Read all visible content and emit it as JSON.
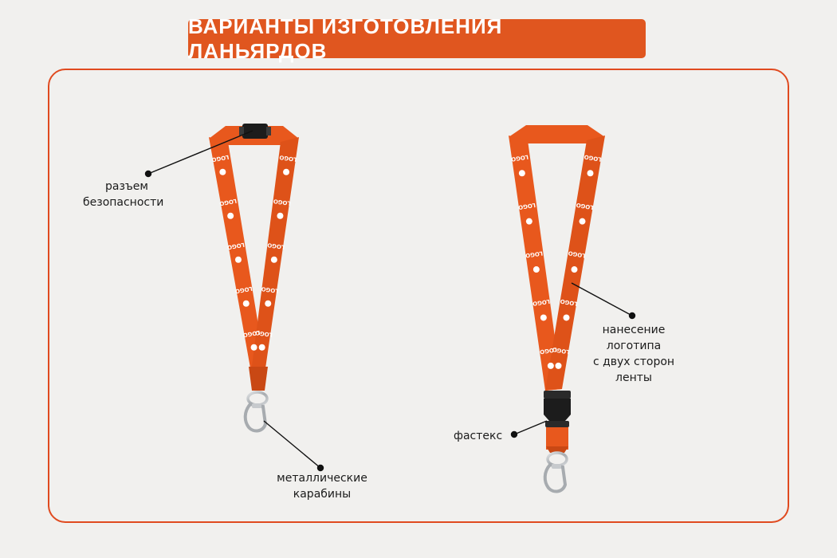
{
  "title": "ВАРИАНТЫ ИЗГОТОВЛЕНИЯ ЛАНЬЯРДОВ",
  "logo_text": "LOGO",
  "colors": {
    "accent": "#e0561f",
    "frame": "#e04a1f",
    "strap": "#e8581d",
    "strap_dark": "#c94814",
    "buckle": "#1c1c1c",
    "metal": "#b8bcc0",
    "background": "#f1f0ee"
  },
  "annotations": {
    "safety_connector": [
      "разъем",
      "безопасности"
    ],
    "metal_carabiners": [
      "металлические",
      "карабины"
    ],
    "logo_both_sides": [
      "нанесение",
      "логотипа",
      "с двух сторон",
      "ленты"
    ],
    "fastex": [
      "фастекс"
    ]
  }
}
